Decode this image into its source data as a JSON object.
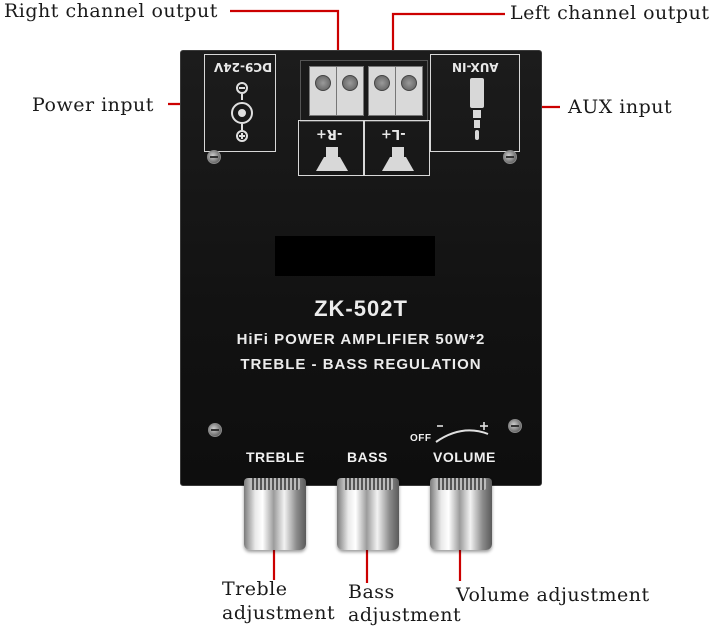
{
  "callouts": {
    "right_channel": "Right channel output",
    "left_channel": "Left channel output",
    "power_input": "Power input",
    "aux_input": "AUX input",
    "treble_1": "Treble",
    "treble_2": "adjustment",
    "bass_1": "Bass",
    "bass_2": "adjustment",
    "volume": "Volume adjustment"
  },
  "board": {
    "dc_label": "DC9-24V",
    "aux_label": "AUX-IN",
    "right_label": "-R+",
    "left_label": "-L+",
    "model": "ZK-502T",
    "line1": "HiFi POWER AMPLIFIER 50W*2",
    "line2": "TREBLE - BASS  REGULATION",
    "off_label": "OFF",
    "knob_treble": "TREBLE",
    "knob_bass": "BASS",
    "knob_volume": "VOLUME"
  },
  "colors": {
    "leader": "#cc0000",
    "board": "#141414"
  }
}
